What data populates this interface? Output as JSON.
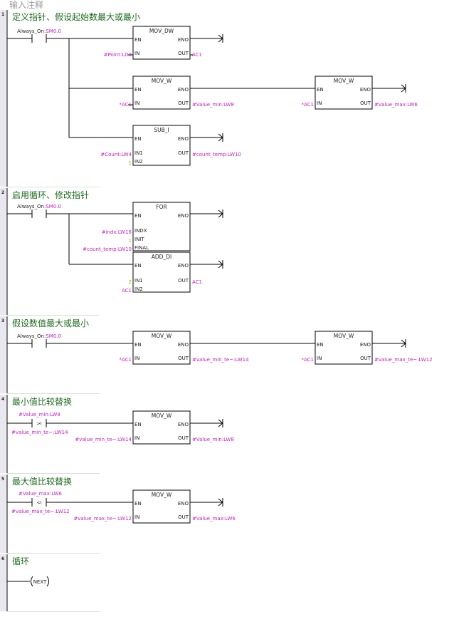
{
  "header": {
    "title": "输入注释"
  },
  "networks": [
    {
      "number": "1",
      "comment": "定义指针、假设起始数最大或最小",
      "contact": {
        "symbol": "Always_On",
        "address": "SM0.0"
      },
      "boxes": [
        {
          "title": "MOV_DW",
          "inputs": [
            {
              "pin": "IN",
              "op": "#Point",
              "addr": "LD0"
            }
          ],
          "outputs": [
            {
              "pin": "OUT",
              "op": "",
              "addr": "AC1"
            }
          ]
        },
        {
          "title": "MOV_W",
          "inputs": [
            {
              "pin": "IN",
              "op": "",
              "addr": "*AC1"
            }
          ],
          "outputs": [
            {
              "pin": "OUT",
              "op": "#Value_min",
              "addr": "LW8"
            }
          ]
        },
        {
          "title": "MOV_W",
          "inputs": [
            {
              "pin": "IN",
              "op": "",
              "addr": "*AC1"
            }
          ],
          "outputs": [
            {
              "pin": "OUT",
              "op": "#Value_max",
              "addr": "LW6"
            }
          ]
        },
        {
          "title": "SUB_I",
          "inputs": [
            {
              "pin": "IN1",
              "op": "#Count",
              "addr": "LW4"
            },
            {
              "pin": "IN2",
              "op": "",
              "addr": "1"
            }
          ],
          "outputs": [
            {
              "pin": "OUT",
              "op": "#count_temp",
              "addr": "LW10"
            }
          ]
        }
      ]
    },
    {
      "number": "2",
      "comment": "启用循环、修改指针",
      "contact": {
        "symbol": "Always_On",
        "address": "SM0.0"
      },
      "boxes": [
        {
          "title": "FOR",
          "inputs": [
            {
              "pin": "INDX",
              "op": "#indx",
              "addr": "LW16"
            },
            {
              "pin": "INIT",
              "op": "",
              "addr": "1"
            },
            {
              "pin": "FINAL",
              "op": "#count_temp",
              "addr": "LW10"
            }
          ],
          "outputs": []
        },
        {
          "title": "ADD_DI",
          "inputs": [
            {
              "pin": "IN1",
              "op": "",
              "addr": "2"
            },
            {
              "pin": "IN2",
              "op": "",
              "addr": "AC1"
            }
          ],
          "outputs": [
            {
              "pin": "OUT",
              "op": "",
              "addr": "AC1"
            }
          ]
        }
      ]
    },
    {
      "number": "3",
      "comment": "假设数值最大或最小",
      "contact": {
        "symbol": "Always_On",
        "address": "SM0.0"
      },
      "boxes": [
        {
          "title": "MOV_W",
          "inputs": [
            {
              "pin": "IN",
              "op": "",
              "addr": "*AC1"
            }
          ],
          "outputs": [
            {
              "pin": "OUT",
              "op": "#value_min_te~",
              "addr": "LW14"
            }
          ]
        },
        {
          "title": "MOV_W",
          "inputs": [
            {
              "pin": "IN",
              "op": "",
              "addr": "*AC1"
            }
          ],
          "outputs": [
            {
              "pin": "OUT",
              "op": "#value_max_te~",
              "addr": "LW12"
            }
          ]
        }
      ]
    },
    {
      "number": "4",
      "comment": "最小值比较替换",
      "compare": {
        "top_op": "#Value_min",
        "top_addr": "LW8",
        "symbol": ">I",
        "bottom_op": "#value_min_te~",
        "bottom_addr": "LW14"
      },
      "boxes": [
        {
          "title": "MOV_W",
          "inputs": [
            {
              "pin": "IN",
              "op": "#value_min_te~",
              "addr": "LW14"
            }
          ],
          "outputs": [
            {
              "pin": "OUT",
              "op": "#Value_min",
              "addr": "LW8"
            }
          ]
        }
      ]
    },
    {
      "number": "5",
      "comment": "最大值比较替换",
      "compare": {
        "top_op": "#Value_max",
        "top_addr": "LW6",
        "symbol": "<I",
        "bottom_op": "#value_max_te~",
        "bottom_addr": "LW12"
      },
      "boxes": [
        {
          "title": "MOV_W",
          "inputs": [
            {
              "pin": "IN",
              "op": "#value_max_te~",
              "addr": "LW12"
            }
          ],
          "outputs": [
            {
              "pin": "OUT",
              "op": "#Value_max",
              "addr": "LW6"
            }
          ]
        }
      ]
    },
    {
      "number": "6",
      "comment": "循环",
      "coil": "NEXT"
    }
  ],
  "colors": {
    "line": "#000000",
    "comment": "#1d6b1d",
    "symbol": "#222222",
    "address": "#c020c0",
    "numbers": "#c8a000",
    "gutter": "#e8e8ee",
    "header_text": "#9a9a9a"
  }
}
